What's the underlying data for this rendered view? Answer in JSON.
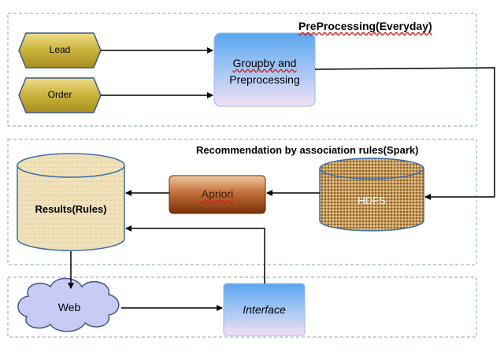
{
  "sections": {
    "preprocessing": {
      "title": "PreProcessing(Everyday)"
    },
    "recommendation": {
      "title": "Recommendation by association rules(Spark)"
    },
    "serving": {}
  },
  "nodes": {
    "lead": {
      "label": "Lead"
    },
    "order": {
      "label": "Order"
    },
    "groupby": {
      "label_line1": "Groupby and",
      "label_line2": "Preprocessing"
    },
    "hdfs": {
      "label": "HDFS"
    },
    "apriori": {
      "label": "Apriori"
    },
    "results": {
      "label": "Results(Rules)"
    },
    "web": {
      "label": "Web"
    },
    "interface": {
      "label": "Interface"
    }
  },
  "colors": {
    "dashed_border": "#8aa0c0",
    "hexagon_fill": "#c9b23a",
    "gradient_blue_top": "#5aa6f0",
    "gradient_blue_bottom": "#f3dff3",
    "apriori_top": "#e0a070",
    "apriori_bottom": "#8a3a10",
    "cloud_fill": "#c8ccf4",
    "cylinder_stroke": "#3d6ea8"
  }
}
